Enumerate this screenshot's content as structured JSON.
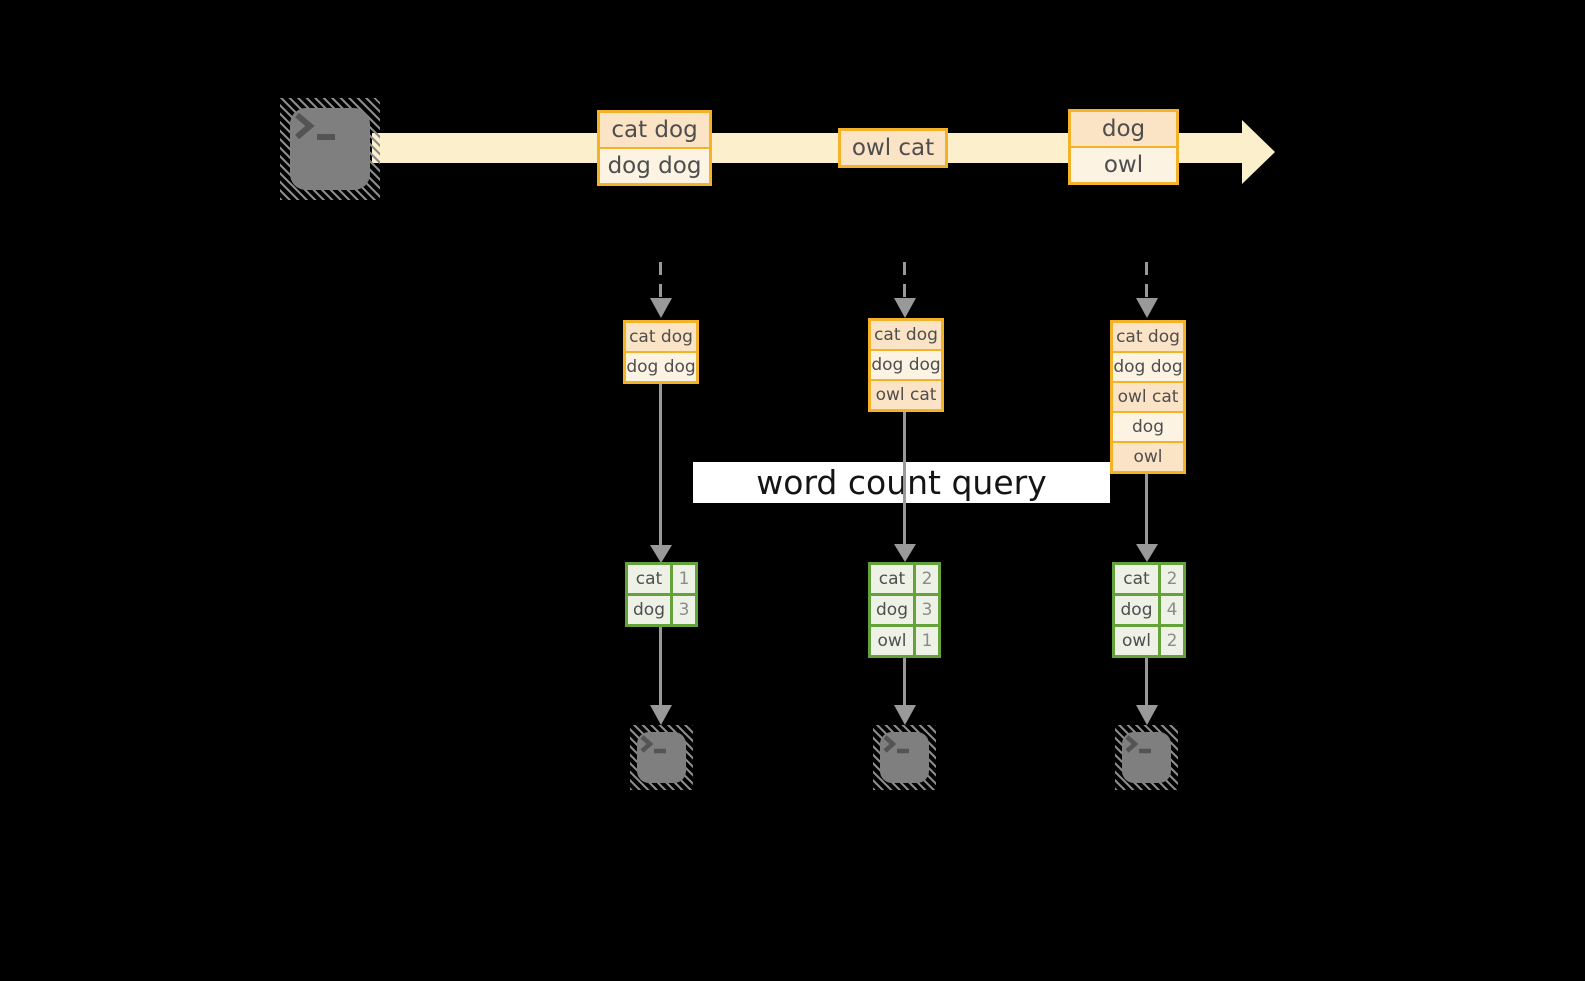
{
  "query_label": "word count query",
  "stream": {
    "batches": [
      {
        "rows": [
          "cat dog",
          "dog dog"
        ]
      },
      {
        "rows": [
          "owl cat"
        ]
      },
      {
        "rows": [
          "dog",
          "owl"
        ]
      }
    ]
  },
  "columns": [
    {
      "accumulated_rows": [
        "cat dog",
        "dog dog"
      ],
      "counts": [
        {
          "word": "cat",
          "count": "1"
        },
        {
          "word": "dog",
          "count": "3"
        }
      ]
    },
    {
      "accumulated_rows": [
        "cat dog",
        "dog dog",
        "owl cat"
      ],
      "counts": [
        {
          "word": "cat",
          "count": "2"
        },
        {
          "word": "dog",
          "count": "3"
        },
        {
          "word": "owl",
          "count": "1"
        }
      ]
    },
    {
      "accumulated_rows": [
        "cat dog",
        "dog dog",
        "owl cat",
        "dog",
        "owl"
      ],
      "counts": [
        {
          "word": "cat",
          "count": "2"
        },
        {
          "word": "dog",
          "count": "4"
        },
        {
          "word": "owl",
          "count": "2"
        }
      ]
    }
  ],
  "colors": {
    "orange_border": "#f3b228",
    "row_peach": "#fbe3c5",
    "row_cream": "#fdf3e3",
    "stream_band": "#fbf0cb",
    "green_border": "#64a23b",
    "green_cell": "#edf1e6",
    "arrow_gray": "#999999",
    "terminal_gray": "#7f7f7f",
    "query_band_bg": "#ffffff"
  }
}
